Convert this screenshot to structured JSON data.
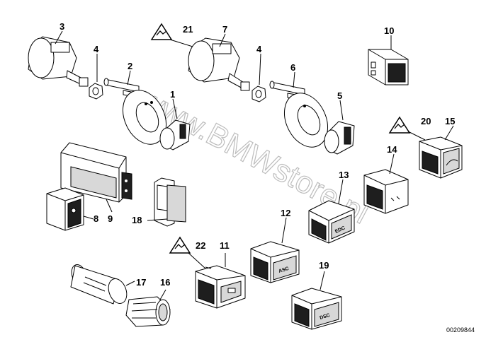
{
  "diagram": {
    "watermark": "www.BMWstore.pl",
    "document_id": "00209844",
    "callouts": {
      "c1": "1",
      "c2": "2",
      "c3": "3",
      "c4a": "4",
      "c4b": "4",
      "c5": "5",
      "c6": "6",
      "c7": "7",
      "c8": "8",
      "c9": "9",
      "c10": "10",
      "c11": "11",
      "c12": "12",
      "c13": "13",
      "c14": "14",
      "c15": "15",
      "c16": "16",
      "c17": "17",
      "c18": "18",
      "c19": "19",
      "c20": "20",
      "c21": "21",
      "c22": "22"
    },
    "switch_labels": {
      "asc": "ASC",
      "edc": "EDC",
      "dsc": "DSC"
    }
  }
}
